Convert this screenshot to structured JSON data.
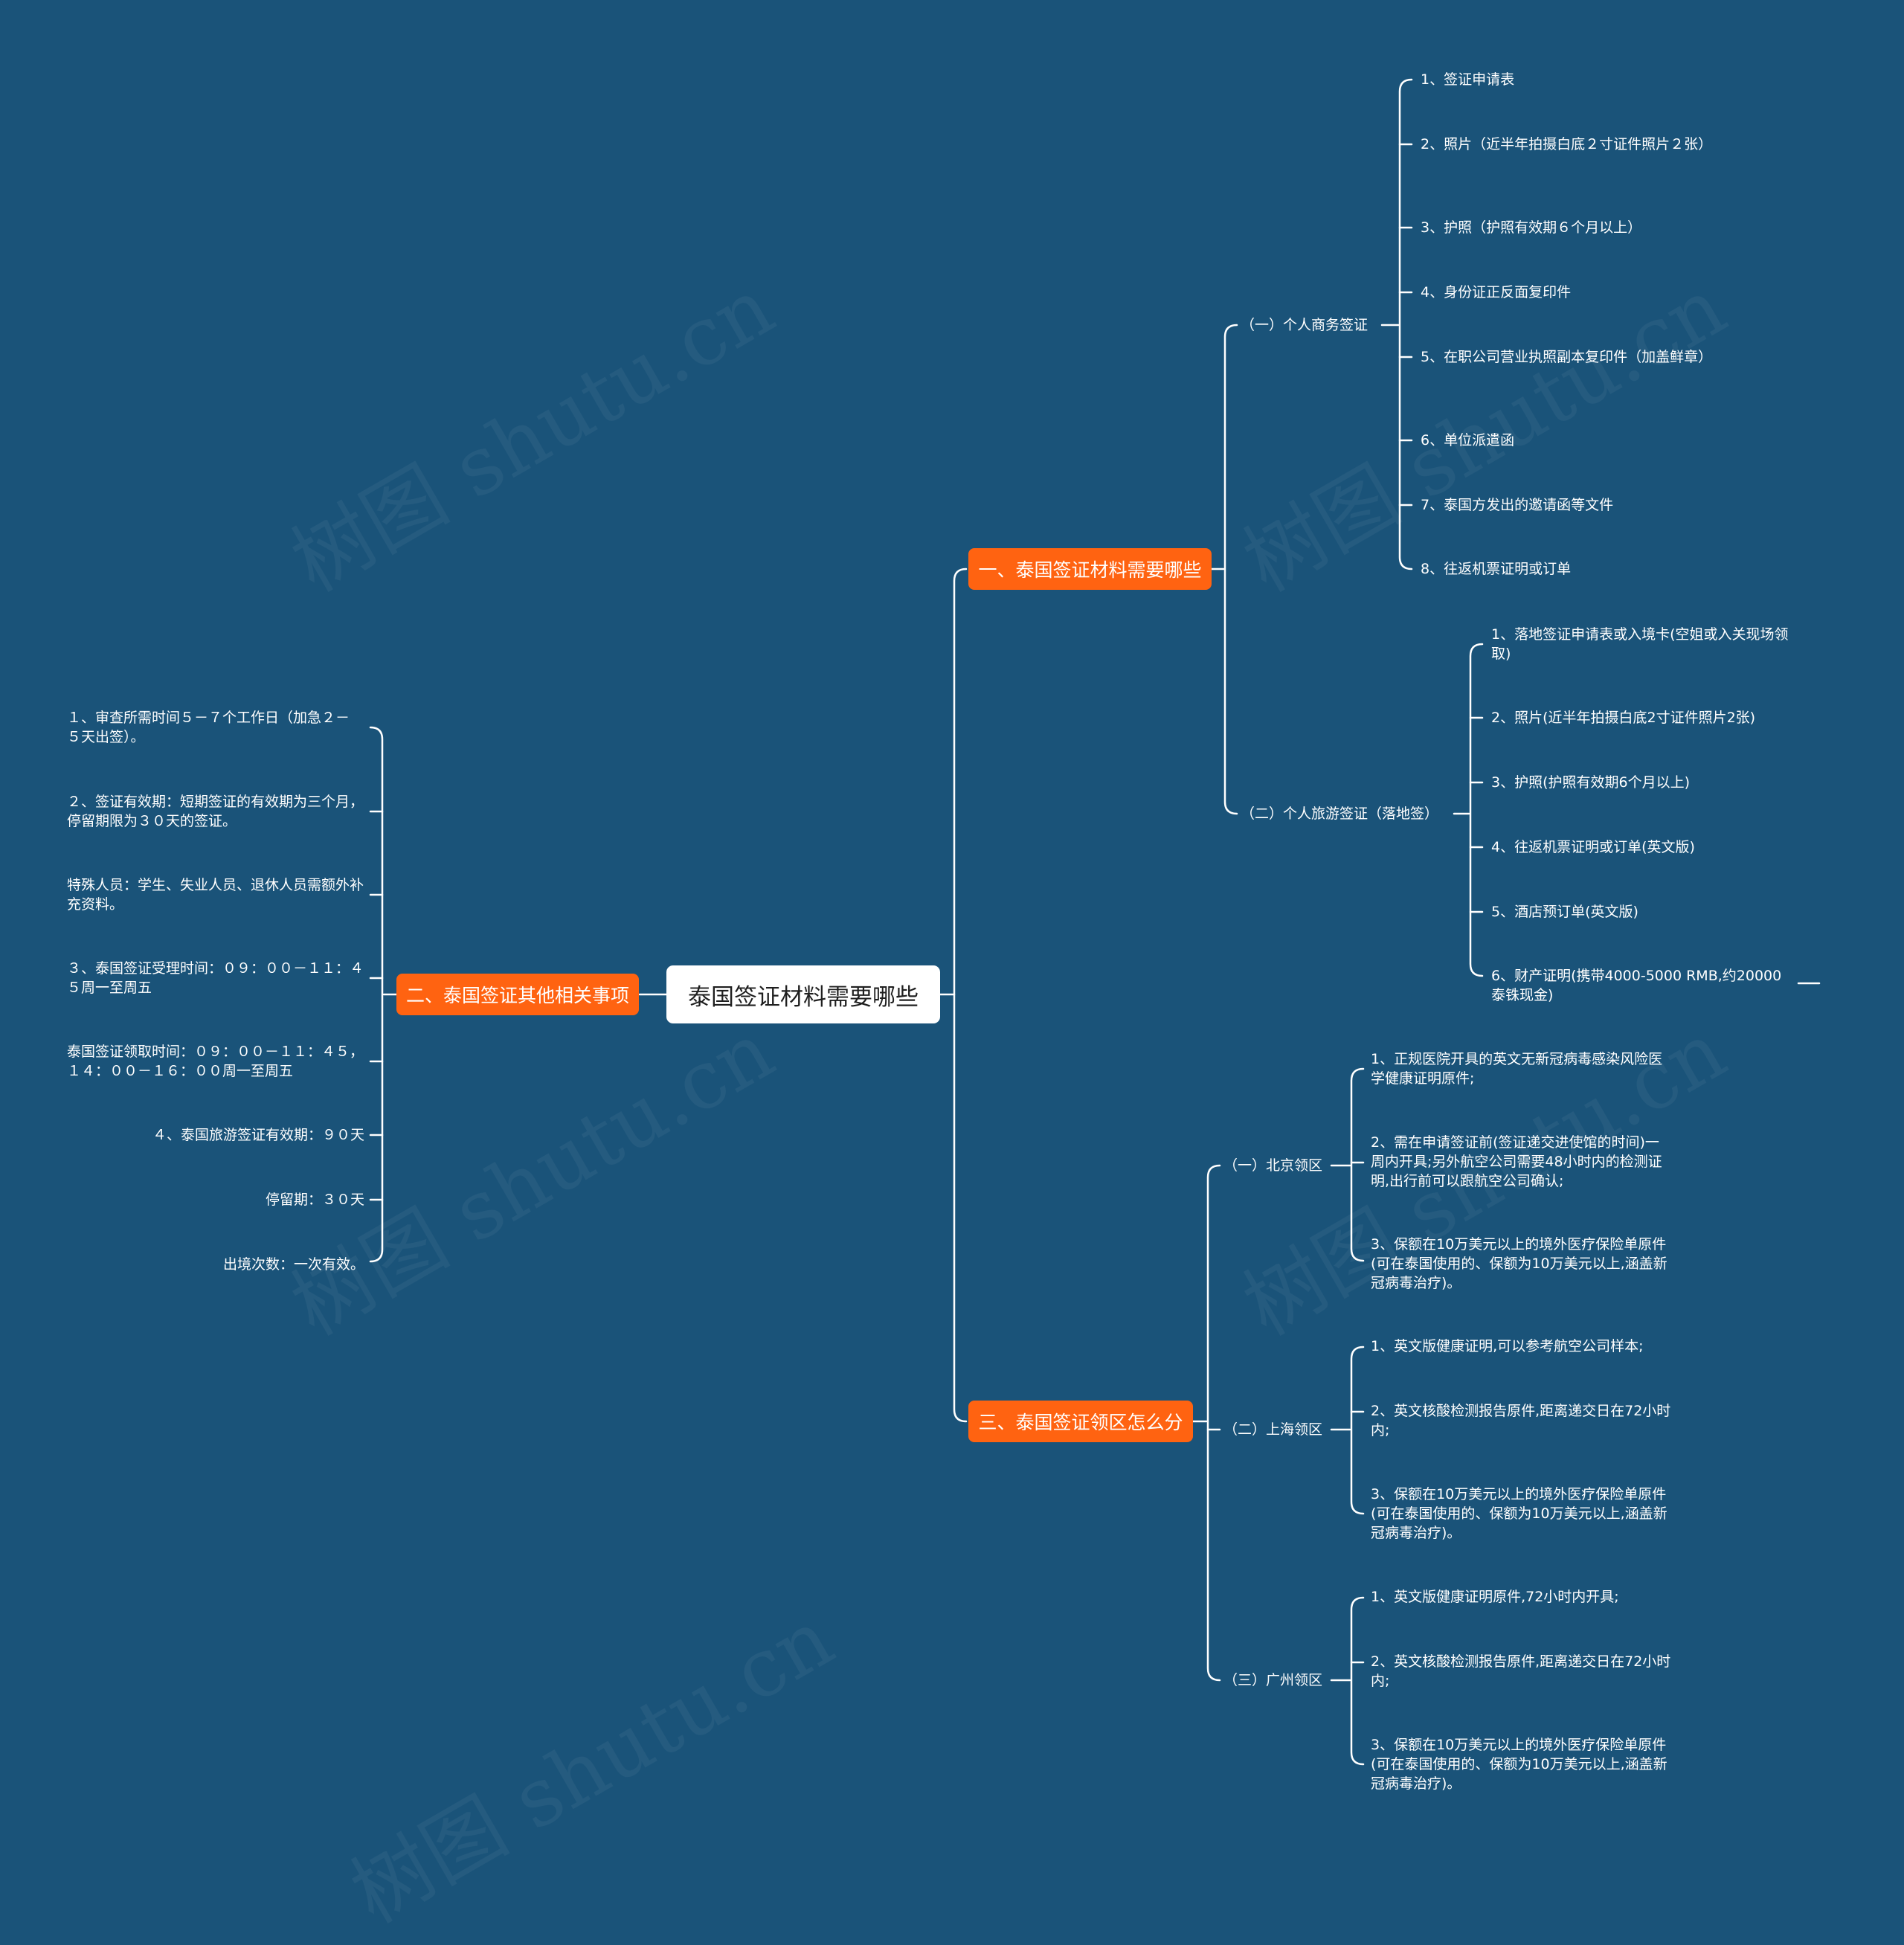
{
  "watermark": "树图 shutu.cn",
  "root": "泰国签证材料需要哪些",
  "branch1": {
    "label": "一、泰国签证材料需要哪些",
    "sub1": {
      "label": "（一）个人商务签证",
      "items": [
        "1、签证申请表",
        "2、照片（近半年拍摄白底２寸证件照片２张）",
        "3、护照（护照有效期６个月以上）",
        "4、身份证正反面复印件",
        "5、在职公司营业执照副本复印件（加盖鲜章）",
        "6、单位派遣函",
        "7、泰国方发出的邀请函等文件",
        "8、往返机票证明或订单"
      ]
    },
    "sub2": {
      "label": "（二）个人旅游签证（落地签）",
      "items": [
        "1、落地签证申请表或入境卡(空姐或入关现场领取)",
        "2、照片(近半年拍摄白底2寸证件照片2张)",
        "3、护照(护照有效期6个月以上)",
        "4、往返机票证明或订单(英文版)",
        "5、酒店预订单(英文版)",
        "6、财产证明(携带4000-5000 RMB,约20000泰铢现金)"
      ]
    }
  },
  "branch2": {
    "label": "二、泰国签证其他相关事项",
    "items": [
      "１、审查所需时间５－７个工作日（加急２－５天出签）。",
      "２、签证有效期：短期签证的有效期为三个月，停留期限为３０天的签证。",
      "特殊人员：学生、失业人员、退休人员需额外补充资料。",
      "３、泰国签证受理时间：０９：００－１１：４５周一至周五",
      "泰国签证领取时间：０９：００－１１：４５，１４：００－１６：００周一至周五",
      "４、泰国旅游签证有效期：９０天",
      "停留期：３０天",
      "出境次数：一次有效。"
    ]
  },
  "branch3": {
    "label": "三、泰国签证领区怎么分",
    "sub1": {
      "label": "（一）北京领区",
      "items": [
        "1、正规医院开具的英文无新冠病毒感染风险医学健康证明原件;",
        "2、需在申请签证前(签证递交进使馆的时间)一周内开具;另外航空公司需要48小时内的检测证明,出行前可以跟航空公司确认;",
        "3、保额在10万美元以上的境外医疗保险单原件(可在泰国使用的、保额为10万美元以上,涵盖新冠病毒治疗)。"
      ]
    },
    "sub2": {
      "label": "（二）上海领区",
      "items": [
        "1、英文版健康证明,可以参考航空公司样本;",
        "2、英文核酸检测报告原件,距离递交日在72小时内;",
        "3、保额在10万美元以上的境外医疗保险单原件(可在泰国使用的、保额为10万美元以上,涵盖新冠病毒治疗)。"
      ]
    },
    "sub3": {
      "label": "（三）广州领区",
      "items": [
        "1、英文版健康证明原件,72小时内开具;",
        "2、英文核酸检测报告原件,距离递交日在72小时内;",
        "3、保额在10万美元以上的境外医疗保险单原件(可在泰国使用的、保额为10万美元以上,涵盖新冠病毒治疗)。"
      ]
    }
  }
}
